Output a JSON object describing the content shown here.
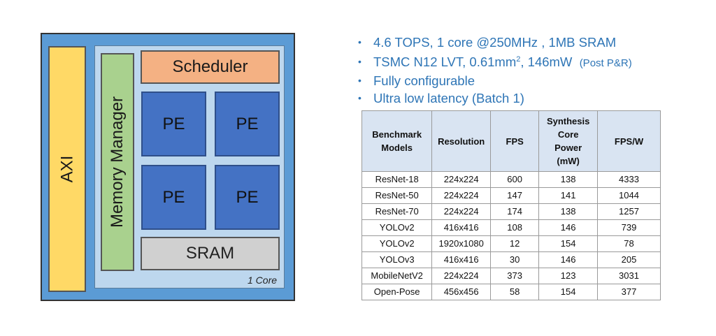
{
  "diagram": {
    "axi_label": "AXI",
    "memory_manager_label": "Memory Manager",
    "scheduler_label": "Scheduler",
    "pe_labels": [
      "PE",
      "PE",
      "PE",
      "PE"
    ],
    "sram_label": "SRAM",
    "core_label": "1 Core"
  },
  "specs": {
    "bullet_char": "•",
    "items": [
      {
        "text": "4.6 TOPS, 1 core @250MHz , 1MB SRAM"
      },
      {
        "text_before": "TSMC N12 LVT, 0.61mm",
        "superscript": "2",
        "text_after": ", 146mW  ",
        "note": "(Post P&R)"
      },
      {
        "text": "Fully configurable"
      },
      {
        "text": "Ultra low latency (Batch 1)"
      }
    ]
  },
  "table": {
    "headers": [
      [
        "Benchmark",
        "Models"
      ],
      [
        "Resolution"
      ],
      [
        "FPS"
      ],
      [
        "Synthesis",
        "Core",
        "Power",
        "(mW)"
      ],
      [
        "FPS/W"
      ]
    ],
    "rows": [
      [
        "ResNet-18",
        "224x224",
        "600",
        "138",
        "4333"
      ],
      [
        "ResNet-50",
        "224x224",
        "147",
        "141",
        "1044"
      ],
      [
        "ResNet-70",
        "224x224",
        "174",
        "138",
        "1257"
      ],
      [
        "YOLOv2",
        "416x416",
        "108",
        "146",
        "739"
      ],
      [
        "YOLOv2",
        "1920x1080",
        "12",
        "154",
        "78"
      ],
      [
        "YOLOv3",
        "416x416",
        "30",
        "146",
        "205"
      ],
      [
        "MobileNetV2",
        "224x224",
        "373",
        "123",
        "3031"
      ],
      [
        "Open-Pose",
        "456x456",
        "58",
        "154",
        "377"
      ]
    ]
  }
}
